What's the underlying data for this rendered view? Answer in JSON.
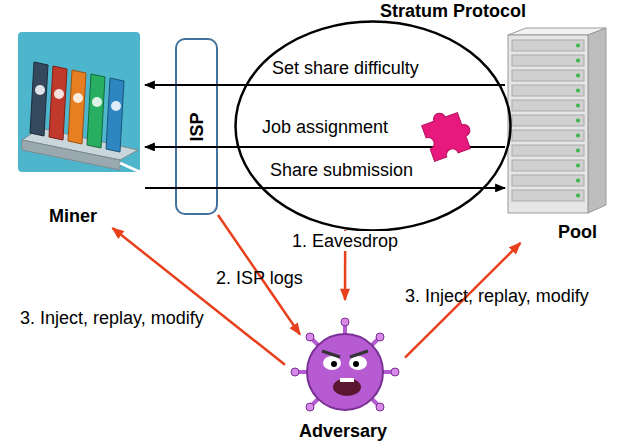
{
  "diagram": {
    "nodes": [
      {
        "text": [
          "Miner"
        ]
      },
      {
        "text": [
          "ISP"
        ]
      },
      {
        "text": [
          "Stratum Protocol"
        ]
      },
      {
        "text": [
          "Pool"
        ]
      },
      {
        "text": [
          "Adversary"
        ]
      }
    ],
    "edges": [
      {
        "from": 3,
        "to": 0,
        "arrow": "to",
        "label": "Set share difficulty"
      },
      {
        "from": 3,
        "to": 0,
        "arrow": "to",
        "label": "Job assignment"
      },
      {
        "from": 0,
        "to": 3,
        "arrow": "to",
        "label": "Share submission"
      },
      {
        "from": 2,
        "to": 4,
        "arrow": "to",
        "label": "1. Eavesdrop"
      },
      {
        "from": 1,
        "to": 4,
        "arrow": "to",
        "label": "2. ISP logs"
      },
      {
        "from": 4,
        "to": 0,
        "arrow": "to",
        "label": "3. Inject, replay, modify"
      },
      {
        "from": 4,
        "to": 3,
        "arrow": "to",
        "label": "3. Inject, replay, modify"
      }
    ]
  }
}
